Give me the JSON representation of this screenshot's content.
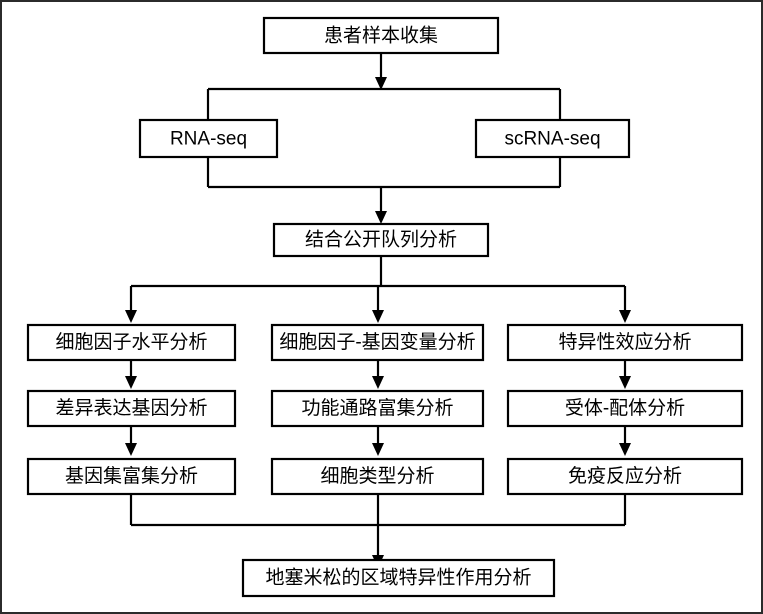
{
  "diagram": {
    "title": "Research workflow flowchart",
    "colors": {
      "background": "#ffffff",
      "box_border": "#000000",
      "connector": "#000000",
      "frame": "#2b2b2b"
    },
    "nodes": {
      "sample_collection": "患者样本收集",
      "rna_seq": "RNA-seq",
      "scrna_seq": "scRNA-seq",
      "public_cohort": "结合公开队列分析",
      "cytokine_level": "细胞因子水平分析",
      "cytokine_gene_variant": "细胞因子-基因变量分析",
      "specific_effect": "特异性效应分析",
      "deg": "差异表达基因分析",
      "pathway_enrichment": "功能通路富集分析",
      "receptor_ligand": "受体-配体分析",
      "gene_set_enrichment": "基因集富集分析",
      "cell_type": "细胞类型分析",
      "immune_response": "免疫反应分析",
      "dexamethasone": "地塞米松的区域特异性作用分析"
    }
  }
}
